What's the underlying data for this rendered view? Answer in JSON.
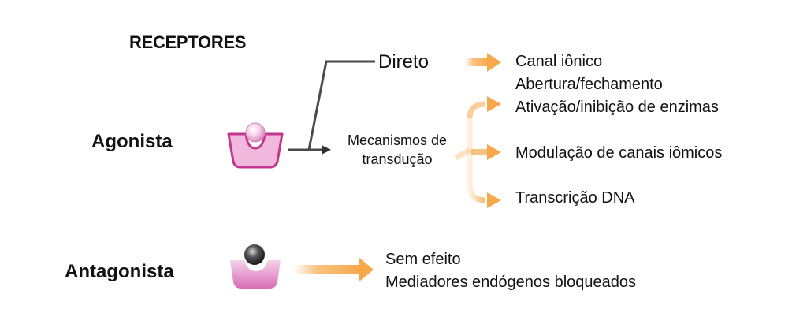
{
  "title": "RECEPTORES",
  "agonist": {
    "label": "Agonista",
    "direct": {
      "label": "Direto",
      "effects": [
        "Canal iônico",
        "Abertura/fechamento"
      ]
    },
    "transduction": {
      "label": "Mecanismos de transdução",
      "effects": [
        "Ativação/inibição de enzimas",
        "Modulação de canais iômicos",
        "Transcrição DNA"
      ]
    }
  },
  "antagonist": {
    "label": "Antagonista",
    "effects": [
      "Sem efeito",
      "Mediadores endógenos bloqueados"
    ]
  },
  "colors": {
    "arrow_orange": "#f7a84a",
    "receptor_pink": "#e58fc6",
    "receptor_outline": "#c2368f",
    "agonist_ligand": "#f2c4e2",
    "antagonist_ligand": "#3a3a3a",
    "connector_gray": "#4a4a4a"
  }
}
